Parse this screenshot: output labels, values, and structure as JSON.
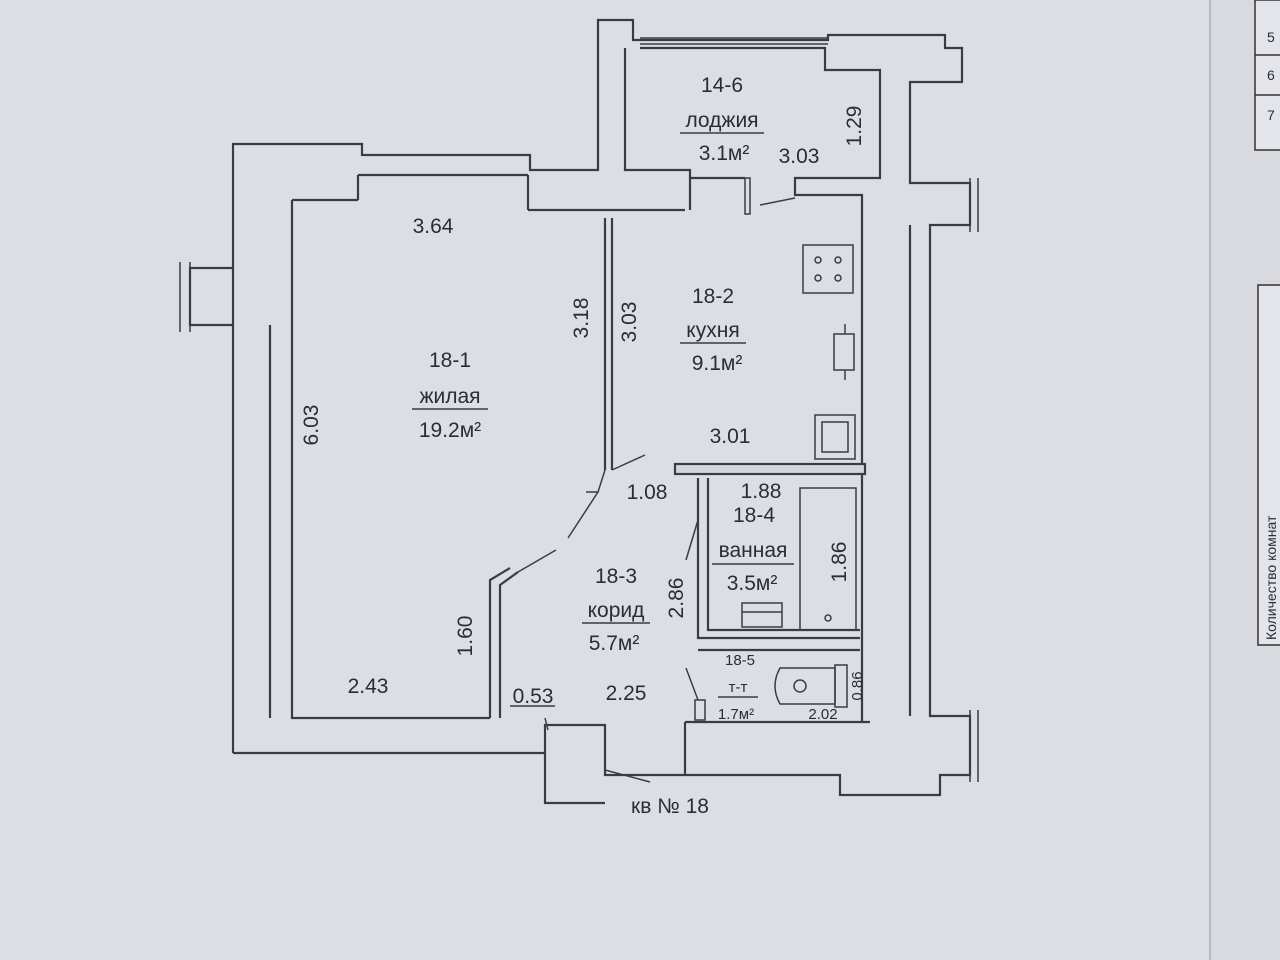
{
  "rooms": {
    "living": {
      "id": "18-1",
      "name": "жилая",
      "area": "19.2м²"
    },
    "kitchen": {
      "id": "18-2",
      "name": "кухня",
      "area": "9.1м²"
    },
    "corridor": {
      "id": "18-3",
      "name": "корид",
      "area": "5.7м²"
    },
    "bathroom": {
      "id": "18-4",
      "name": "ванная",
      "area": "3.5м²"
    },
    "toilet": {
      "id": "18-5",
      "name": "т-т",
      "area": "1.7м²"
    },
    "loggia": {
      "id": "14-6",
      "name": "лоджия",
      "area": "3.1м²"
    }
  },
  "dimensions": {
    "living_top": "3.64",
    "living_left": "6.03",
    "living_bottom": "2.43",
    "living_right_lower": "1.60",
    "living_right_upper": "3.18",
    "kitchen_left": "3.03",
    "kitchen_bottom": "3.01",
    "loggia_width": "3.03",
    "loggia_depth": "1.29",
    "door_opening": "1.08",
    "bath_width": "1.88",
    "bath_depth": "1.86",
    "corridor_left": "2.86",
    "corridor_bottom": "2.25",
    "corridor_step": "0.53",
    "toilet_width": "2.02",
    "toilet_depth": "0.86"
  },
  "apartment_label": "кв № 18",
  "side_table_rows": [
    "5",
    "6",
    "7"
  ],
  "side_vertical_text": "Количество комнат"
}
